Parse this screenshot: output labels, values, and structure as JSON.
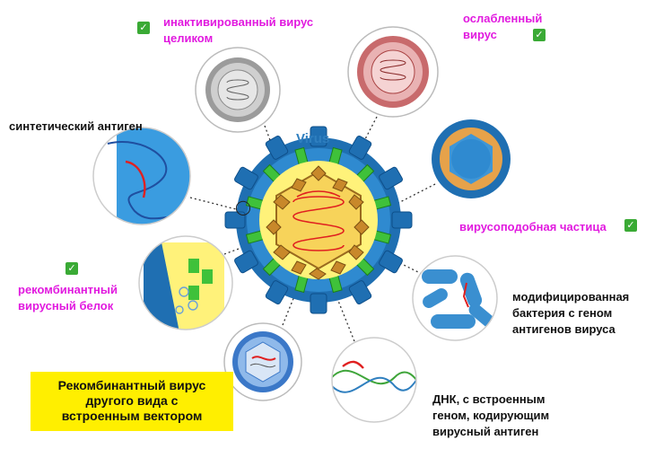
{
  "center": {
    "title": "Virus"
  },
  "labels": {
    "inactivated_line1": "инактивированный вирус",
    "inactivated_line2": "целиком",
    "attenuated_line1": "ослабленный",
    "attenuated_line2": "вирус",
    "synthetic": "синтетический антиген",
    "vlp": "вирусоподобная частица",
    "recombinant_protein_line1": "рекомбинантный",
    "recombinant_protein_line2": "вирусный белок",
    "modified_bacteria_line1": "модифицированная",
    "modified_bacteria_line2": "бактерия с геном",
    "modified_bacteria_line3": "антигенов вируса",
    "vector_line1": "Рекомбинантный вирус",
    "vector_line2": "другого вида с",
    "vector_line3": "встроенным вектором",
    "dna_line1": "ДНК, с встроенным",
    "dna_line2": "геном, кодирующим",
    "dna_line3": "вирусный антиген"
  },
  "check_mark": "✓",
  "colors": {
    "label_magenta": "#e11adf",
    "check_green": "#3aaa35",
    "virus_blue": "#1f6fb2",
    "membrane_yellow": "#fff27a",
    "capsid_brown": "#c8882a",
    "rna_red": "#e02020",
    "attenuated_pink": "#d9898a",
    "inactivated_gray": "#b3b3b3",
    "highlight_yellow": "#ffef00"
  },
  "icons": [
    "check-icon",
    "virus-icon",
    "bacteria-icon",
    "dna-helix-icon"
  ]
}
